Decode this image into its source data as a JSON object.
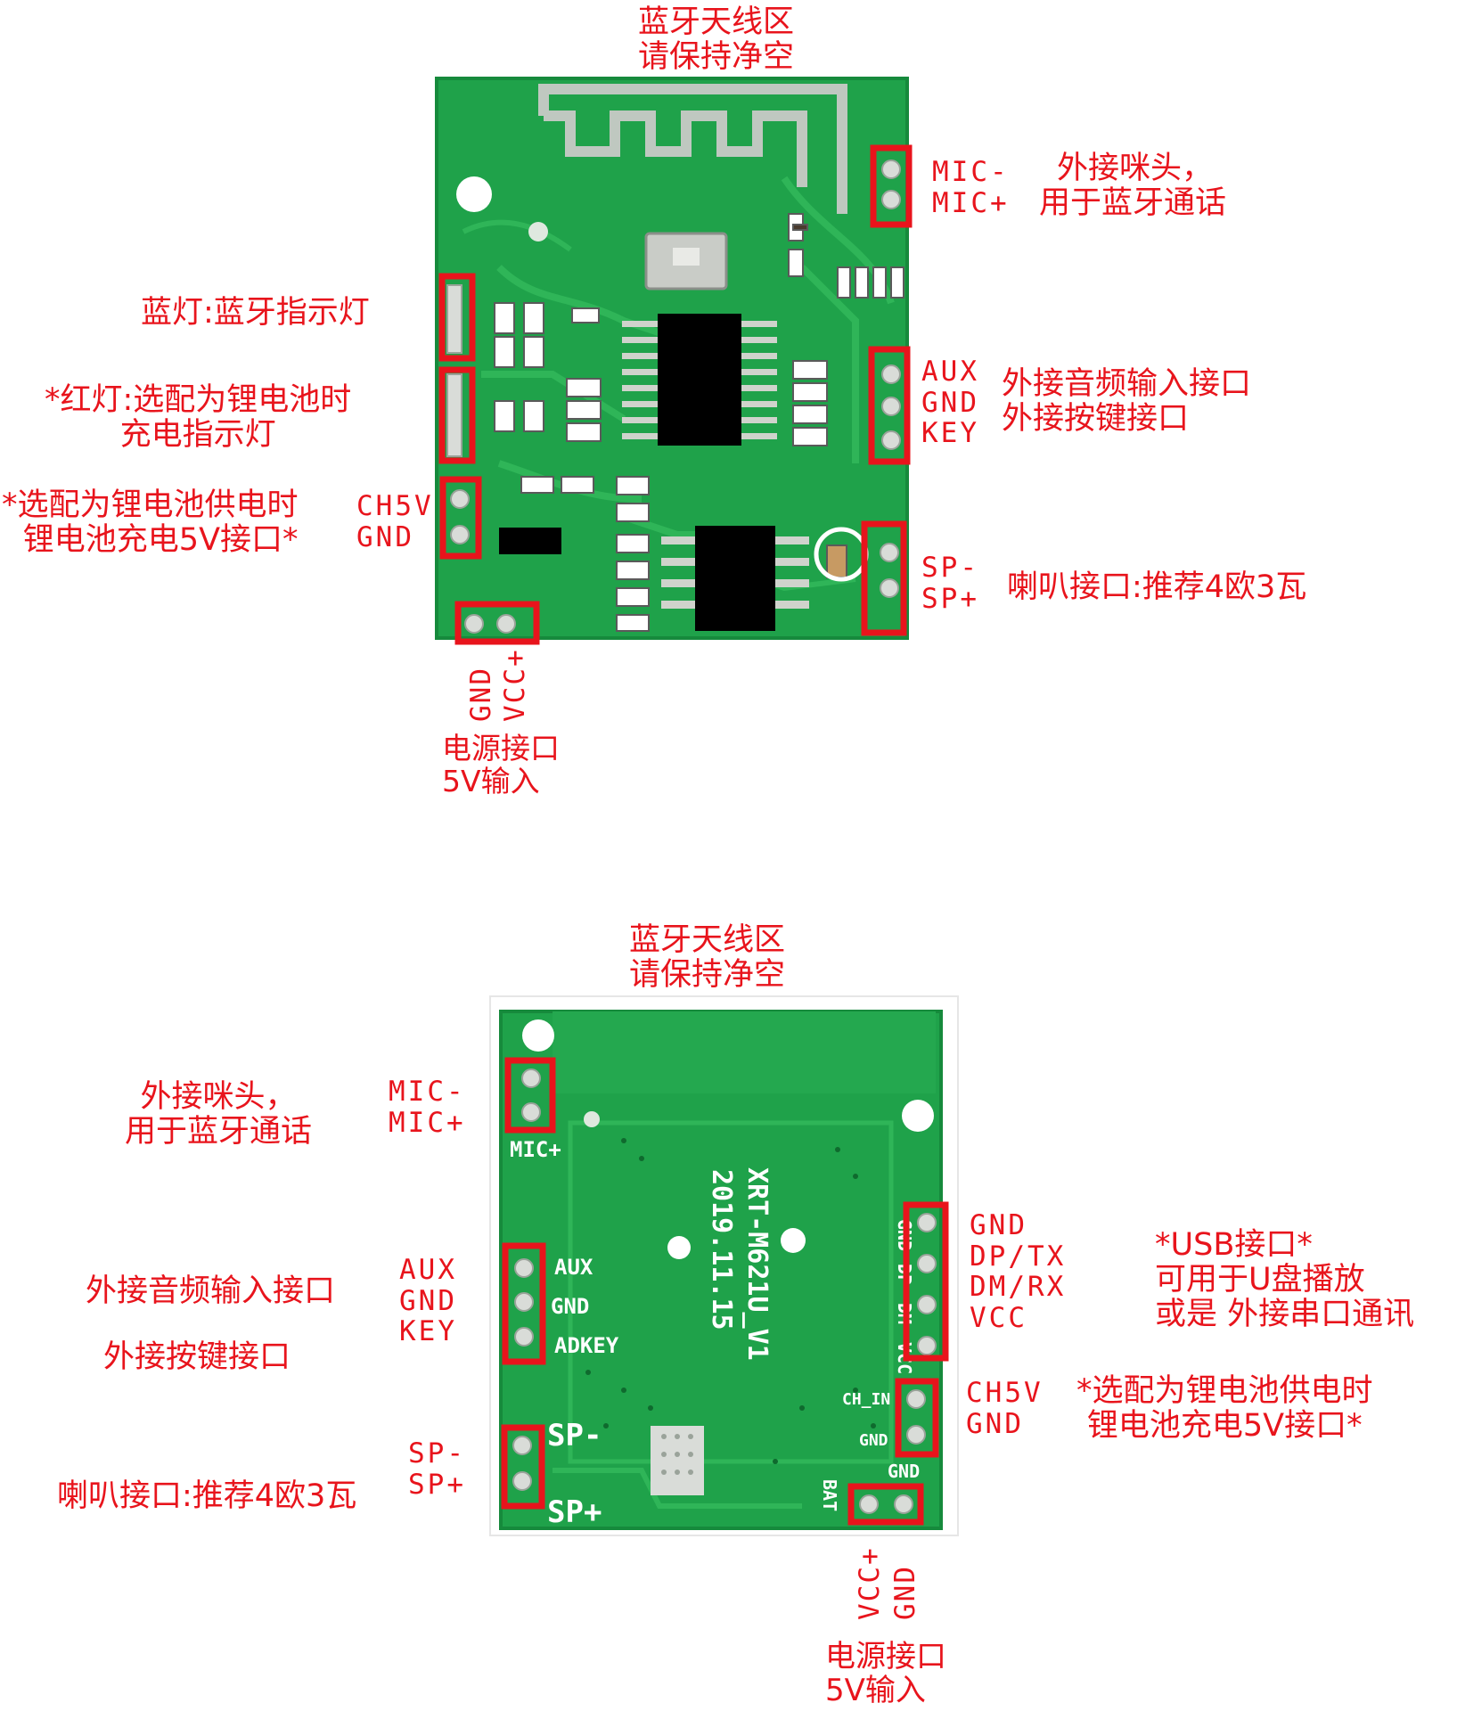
{
  "top_board": {
    "antenna_note": [
      "蓝牙天线区",
      "请保持净空"
    ],
    "mic": {
      "pins": [
        "MIC-",
        "MIC+"
      ],
      "desc": [
        "外接咪头，",
        "用于蓝牙通话"
      ]
    },
    "blue_led": "蓝灯:蓝牙指示灯",
    "red_led": [
      "*红灯:选配为锂电池时",
      "充电指示灯"
    ],
    "charge": {
      "desc": [
        "*选配为锂电池供电时",
        "锂电池充电5V接口*"
      ],
      "pins": [
        "CH5V",
        "GND"
      ]
    },
    "aux": {
      "pins": [
        "AUX",
        "GND",
        "KEY"
      ],
      "desc": [
        "外接音频输入接口",
        "外接按键接口"
      ]
    },
    "speaker": {
      "pins": [
        "SP-",
        "SP+"
      ],
      "desc": "喇叭接口:推荐4欧3瓦"
    },
    "power": {
      "pins": [
        "GND",
        "VCC+"
      ],
      "desc": [
        "电源接口",
        "5V输入"
      ]
    }
  },
  "bottom_board": {
    "antenna_note": [
      "蓝牙天线区",
      "请保持净空"
    ],
    "silkscreen": {
      "model": "XRT-M621U_V1",
      "date": "2019.11.15",
      "mic": "MIC+",
      "aux": "AUX",
      "gnd": "GND",
      "adkey": "ADKEY",
      "spm": "SP-",
      "spp": "SP+",
      "ch_in": "CH_IN",
      "gnd2": "GND",
      "gnd3": "GND",
      "bat": "BAT",
      "usb": [
        "GND",
        "DP",
        "DM",
        "VCC"
      ]
    },
    "mic": {
      "pins": [
        "MIC-",
        "MIC+"
      ],
      "desc": [
        "外接咪头，",
        "用于蓝牙通话"
      ]
    },
    "aux": {
      "pins": [
        "AUX",
        "GND",
        "KEY"
      ],
      "desc": [
        "外接音频输入接口",
        "外接按键接口"
      ]
    },
    "speaker": {
      "pins": [
        "SP-",
        "SP+"
      ],
      "desc": "喇叭接口:推荐4欧3瓦"
    },
    "usb": {
      "pins": [
        "GND",
        "DP/TX",
        "DM/RX",
        "VCC"
      ],
      "desc": [
        "*USB接口*",
        "可用于U盘播放",
        "或是 外接串口通讯"
      ]
    },
    "charge": {
      "pins": [
        "CH5V",
        "GND"
      ],
      "desc": [
        "*选配为锂电池供电时",
        "锂电池充电5V接口*"
      ]
    },
    "power": {
      "pins": [
        "VCC+",
        "GND"
      ],
      "desc": [
        "电源接口",
        "5V输入"
      ]
    }
  },
  "colors": {
    "label": "#e8141c",
    "pcb": "#1fa24a",
    "pcb_dark": "#168a3c",
    "trace": "#2fb558",
    "silk": "#ffffff",
    "pad": "#d9dcd8"
  }
}
